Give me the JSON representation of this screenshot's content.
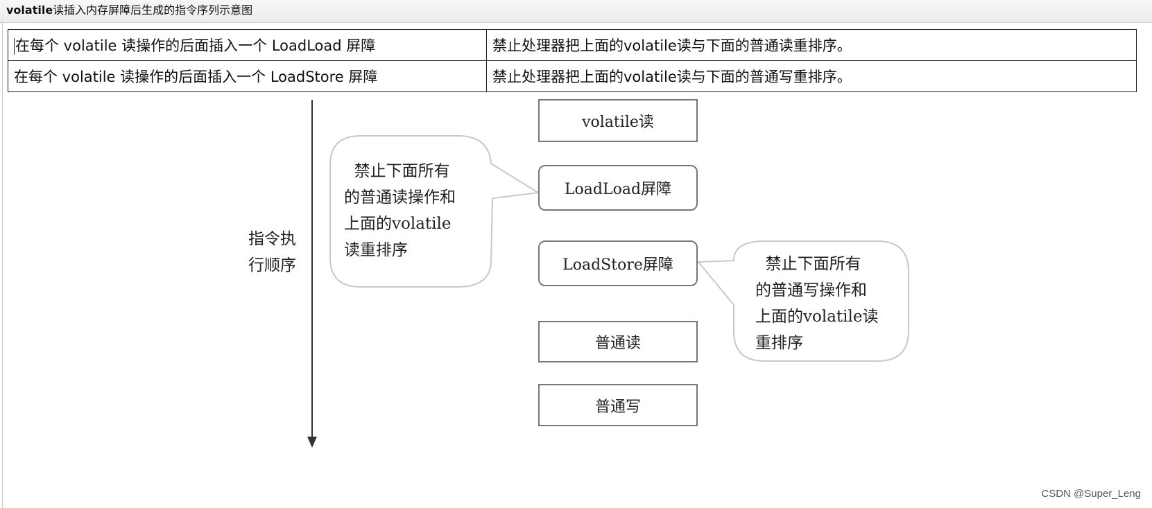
{
  "title": {
    "bold_part": "volatile",
    "rest": "读插入内存屏障后生成的指令序列示意图"
  },
  "rules_table": [
    {
      "rule": "在每个 volatile 读操作的后面插入一个 LoadLoad 屏障",
      "effect": "禁止处理器把上面的volatile读与下面的普通读重排序。"
    },
    {
      "rule": "在每个 volatile 读操作的后面插入一个 LoadStore 屏障",
      "effect": "禁止处理器把上面的volatile读与下面的普通写重排序。"
    }
  ],
  "diagram": {
    "order_label": "指令执\n行顺序",
    "boxes": {
      "volatile_read": "volatile读",
      "loadload": "LoadLoad屏障",
      "loadstore": "LoadStore屏障",
      "normal_read": "普通读",
      "normal_write": "普通写"
    },
    "callouts": {
      "loadload": "  禁止下面所有\n的普通读操作和\n上面的volatile\n读重排序",
      "loadstore": "  禁止下面所有\n的普通写操作和\n上面的volatile读\n重排序"
    }
  },
  "watermark": "CSDN @Super_Leng",
  "colors": {
    "titlebar_bg": "#ececec",
    "box_border": "#777777",
    "bubble_border": "#c8c8c8",
    "arrow": "#333333"
  }
}
